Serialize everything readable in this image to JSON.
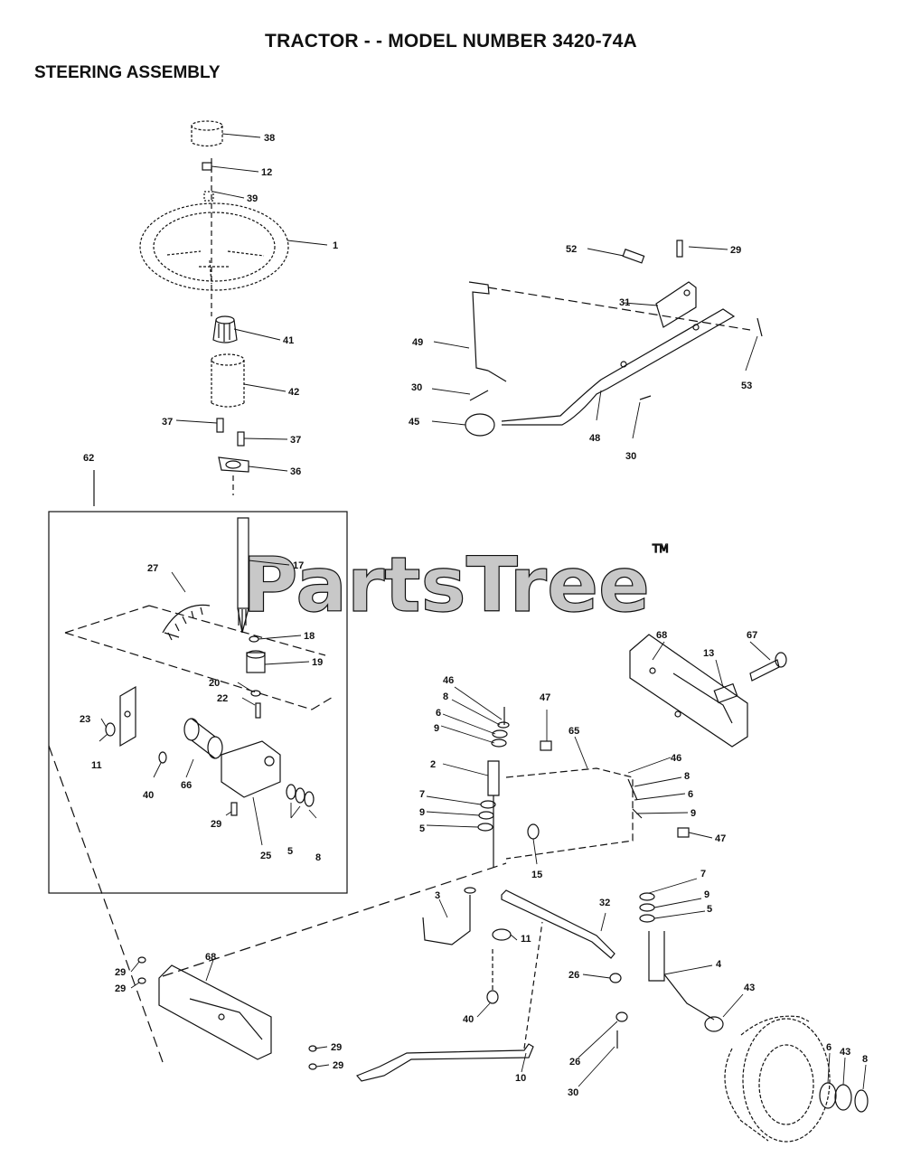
{
  "header": {
    "title": "TRACTOR - - MODEL NUMBER 3420-74A",
    "subtitle": "STEERING ASSEMBLY"
  },
  "watermark": {
    "text": "PartsTree",
    "tm": "TM"
  },
  "part_labels": [
    {
      "id": "l38",
      "text": "38"
    },
    {
      "id": "l12",
      "text": "12"
    },
    {
      "id": "l39",
      "text": "39"
    },
    {
      "id": "l1",
      "text": "1"
    },
    {
      "id": "l41",
      "text": "41"
    },
    {
      "id": "l42",
      "text": "42"
    },
    {
      "id": "l37a",
      "text": "37"
    },
    {
      "id": "l37b",
      "text": "37"
    },
    {
      "id": "l36",
      "text": "36"
    },
    {
      "id": "l62",
      "text": "62"
    },
    {
      "id": "l17",
      "text": "17"
    },
    {
      "id": "l27",
      "text": "27"
    },
    {
      "id": "l18",
      "text": "18"
    },
    {
      "id": "l19",
      "text": "19"
    },
    {
      "id": "l20",
      "text": "20"
    },
    {
      "id": "l22",
      "text": "22"
    },
    {
      "id": "l23",
      "text": "23"
    },
    {
      "id": "l11a",
      "text": "11"
    },
    {
      "id": "l40a",
      "text": "40"
    },
    {
      "id": "l66",
      "text": "66"
    },
    {
      "id": "l29a",
      "text": "29"
    },
    {
      "id": "l25",
      "text": "25"
    },
    {
      "id": "l5a",
      "text": "5"
    },
    {
      "id": "l8a",
      "text": "8"
    },
    {
      "id": "l52",
      "text": "52"
    },
    {
      "id": "l29b",
      "text": "29"
    },
    {
      "id": "l31",
      "text": "31"
    },
    {
      "id": "l49",
      "text": "49"
    },
    {
      "id": "l53",
      "text": "53"
    },
    {
      "id": "l30a",
      "text": "30"
    },
    {
      "id": "l45",
      "text": "45"
    },
    {
      "id": "l48",
      "text": "48"
    },
    {
      "id": "l30b",
      "text": "30"
    },
    {
      "id": "l68a",
      "text": "68"
    },
    {
      "id": "l67",
      "text": "67"
    },
    {
      "id": "l13",
      "text": "13"
    },
    {
      "id": "l46a",
      "text": "46"
    },
    {
      "id": "l8b",
      "text": "8"
    },
    {
      "id": "l6a",
      "text": "6"
    },
    {
      "id": "l9a",
      "text": "9"
    },
    {
      "id": "l47a",
      "text": "47"
    },
    {
      "id": "l65",
      "text": "65"
    },
    {
      "id": "l2",
      "text": "2"
    },
    {
      "id": "l46b",
      "text": "46"
    },
    {
      "id": "l8c",
      "text": "8"
    },
    {
      "id": "l6b",
      "text": "6"
    },
    {
      "id": "l9b",
      "text": "9"
    },
    {
      "id": "l7a",
      "text": "7"
    },
    {
      "id": "l9c",
      "text": "9"
    },
    {
      "id": "l5b",
      "text": "5"
    },
    {
      "id": "l15",
      "text": "15"
    },
    {
      "id": "l47b",
      "text": "47"
    },
    {
      "id": "l7b",
      "text": "7"
    },
    {
      "id": "l9d",
      "text": "9"
    },
    {
      "id": "l5c",
      "text": "5"
    },
    {
      "id": "l3",
      "text": "3"
    },
    {
      "id": "l32",
      "text": "32"
    },
    {
      "id": "l11b",
      "text": "11"
    },
    {
      "id": "l68b",
      "text": "68"
    },
    {
      "id": "l29c",
      "text": "29"
    },
    {
      "id": "l29d",
      "text": "29"
    },
    {
      "id": "l26a",
      "text": "26"
    },
    {
      "id": "l4",
      "text": "4"
    },
    {
      "id": "l43a",
      "text": "43"
    },
    {
      "id": "l40b",
      "text": "40"
    },
    {
      "id": "l26b",
      "text": "26"
    },
    {
      "id": "l29e",
      "text": "29"
    },
    {
      "id": "l29f",
      "text": "29"
    },
    {
      "id": "l10",
      "text": "10"
    },
    {
      "id": "l30c",
      "text": "30"
    },
    {
      "id": "l6c",
      "text": "6"
    },
    {
      "id": "l43b",
      "text": "43"
    },
    {
      "id": "l8d",
      "text": "8"
    }
  ]
}
